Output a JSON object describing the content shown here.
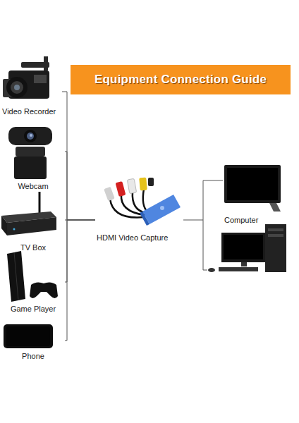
{
  "diagram": {
    "title": "Equipment Connection Guide",
    "nodes": [
      {
        "text": [
          "Video Recorder"
        ]
      },
      {
        "text": [
          "Webcam"
        ]
      },
      {
        "text": [
          "TV Box"
        ]
      },
      {
        "text": [
          "Game Player"
        ]
      },
      {
        "text": [
          "Phone"
        ]
      },
      {
        "text": [
          "HDMI Video Capture"
        ]
      },
      {
        "text": [
          "Computer"
        ]
      }
    ],
    "edges": [
      {
        "from": 0,
        "to": 5,
        "arrow": "none"
      },
      {
        "from": 1,
        "to": 5,
        "arrow": "none"
      },
      {
        "from": 2,
        "to": 5,
        "arrow": "none"
      },
      {
        "from": 3,
        "to": 5,
        "arrow": "none"
      },
      {
        "from": 4,
        "to": 5,
        "arrow": "none"
      },
      {
        "from": 5,
        "to": 6,
        "arrow": "none"
      }
    ]
  }
}
